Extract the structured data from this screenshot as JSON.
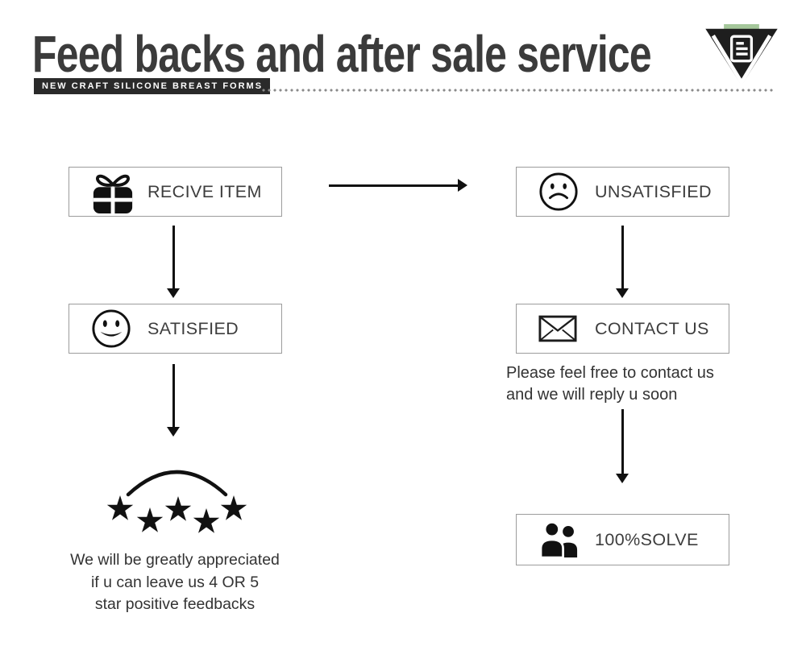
{
  "header": {
    "title": "Feed backs and after sale service",
    "badge": "NEW CRAFT SILICONE BREAST FORMS"
  },
  "flow": {
    "left": {
      "receive_item": {
        "icon": "gift-icon",
        "label": "RECIVE ITEM"
      },
      "satisfied": {
        "icon": "smiley-face-icon",
        "label": "SATISFIED"
      },
      "stars": {
        "icon": "five-stars-arc-icon",
        "count": 5
      },
      "note_lines": [
        "We will be greatly appreciated",
        "if u can leave us 4 OR 5",
        "star positive feedbacks"
      ]
    },
    "right": {
      "unsatisfied": {
        "icon": "sad-face-icon",
        "label": "UNSATISFIED"
      },
      "contact_us": {
        "icon": "envelope-icon",
        "label": "CONTACT US"
      },
      "note_lines": [
        "Please feel free to contact us",
        "and we will reply u soon"
      ],
      "solve": {
        "icon": "people-icon",
        "label": "100%SOLVE"
      }
    }
  },
  "colors": {
    "title_text": "#3b3b3b",
    "badge_bg": "#2a2a2a",
    "badge_text": "#ffffff",
    "box_border": "#9c9c9c",
    "ink": "#111111",
    "logo_accent_green": "#a5c79b"
  }
}
